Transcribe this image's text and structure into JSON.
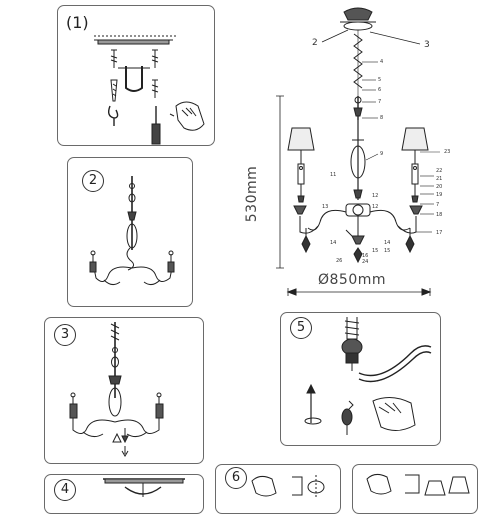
{
  "steps": {
    "s1": "(1)",
    "s2": "2",
    "s3": "3",
    "s4": "4",
    "s5": "5",
    "s6": "6"
  },
  "diagram": {
    "height_label": "530mm",
    "width_label": "Ø850mm",
    "part_labels": {
      "p2": "2",
      "p3": "3",
      "p4": "4",
      "p5": "5",
      "p6": "6",
      "p7a": "7",
      "p8": "8",
      "p9": "9",
      "p11": "11",
      "p12a": "12",
      "p12b": "12",
      "p13": "13",
      "p14a": "14",
      "p14b": "14",
      "p15a": "15",
      "p15b": "15",
      "p16": "16",
      "p17": "17",
      "p18": "18",
      "p19": "19",
      "p20": "20",
      "p21": "21",
      "p22": "22",
      "p23": "23",
      "p24": "24",
      "p7b": "7",
      "p26": "26"
    }
  }
}
